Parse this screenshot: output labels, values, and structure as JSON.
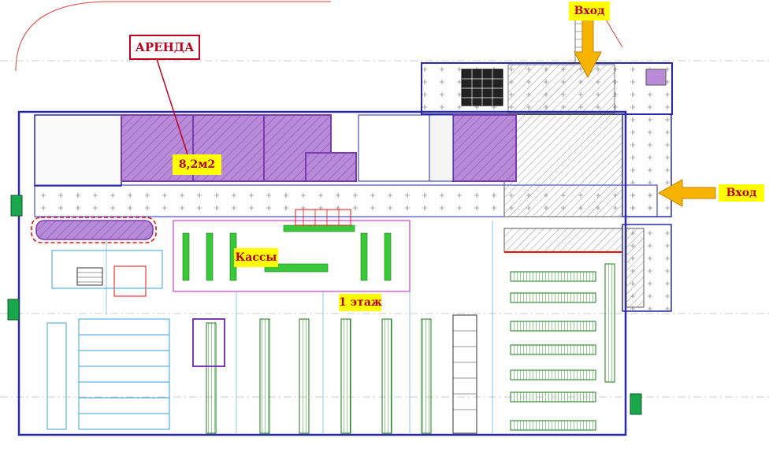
{
  "title": "1 этаж",
  "labels": {
    "rent": "АРЕНДА",
    "area": "8,2м2",
    "cashiers": "Кассы",
    "floor": "1 этаж",
    "entrance_top": "Вход",
    "entrance_right": "Вход"
  },
  "colors": {
    "rent_zone": "#b88ad8",
    "highlight": "#ffff00",
    "arrow": "#f6b400",
    "label_text": "#b8001c",
    "racks": "#39c83a",
    "walls": "#2a2aa8",
    "grid_lines": "#3aa2d8"
  },
  "icons": [
    "arrow-down-icon",
    "arrow-left-icon",
    "exit-sign-icon"
  ]
}
